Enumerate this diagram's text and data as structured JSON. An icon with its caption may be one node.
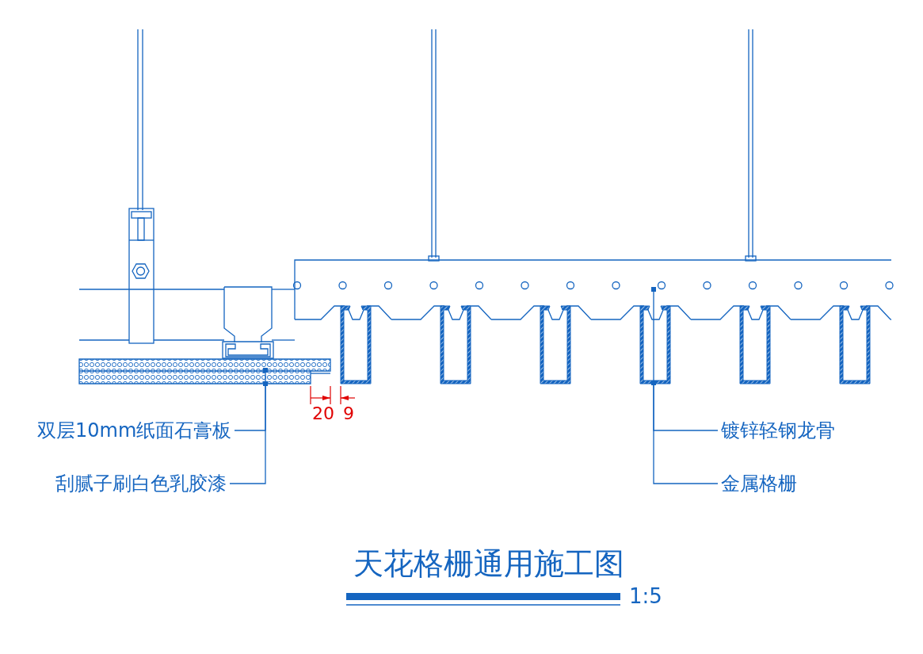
{
  "diagram": {
    "title": "天花格栅通用施工图",
    "nodes": [
      {
        "text": [
          "双层10mm纸面石膏板"
        ]
      },
      {
        "text": [
          "刮腻子刷白色乳胶漆"
        ]
      },
      {
        "text": [
          "镀锌轻钢龙骨"
        ]
      },
      {
        "text": [
          "金属格栅"
        ]
      }
    ],
    "edges": [
      {
        "from": 0,
        "to": null,
        "arrow": "other"
      },
      {
        "from": 1,
        "to": null,
        "arrow": "other"
      },
      {
        "from": 2,
        "to": null,
        "arrow": "other"
      },
      {
        "from": 3,
        "to": null,
        "arrow": "other"
      }
    ],
    "labels": [
      "20",
      "9",
      "1:5"
    ]
  }
}
